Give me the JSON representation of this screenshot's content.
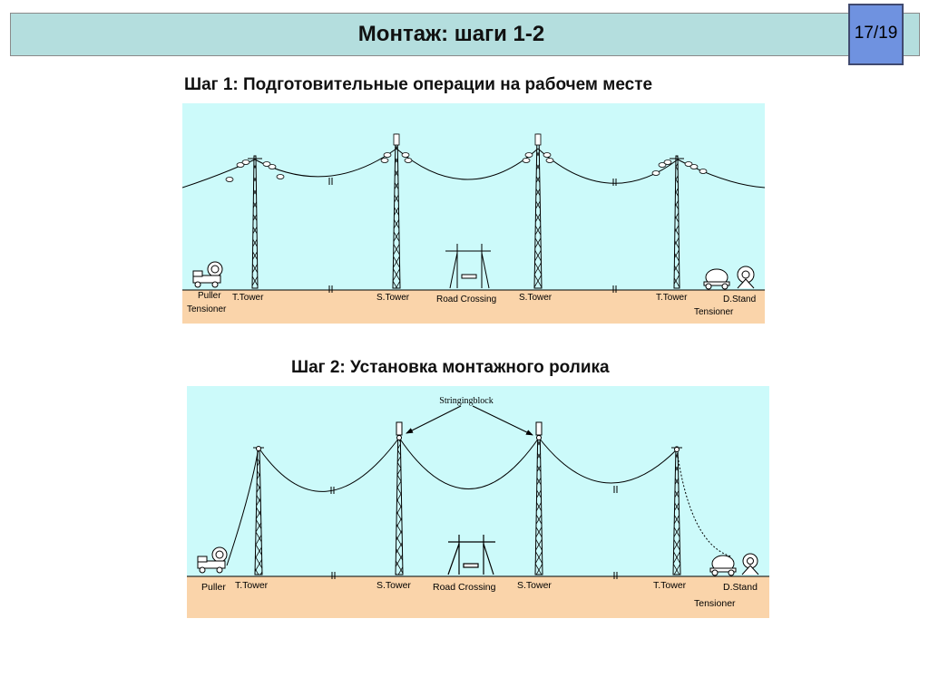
{
  "header": {
    "title": "Монтаж: шаги 1-2",
    "page_indicator": "17/19"
  },
  "colors": {
    "title_bar": "#b4dede",
    "page_badge": "#6f92e0",
    "sky": "#ccfafa",
    "ground": "#fad4aa"
  },
  "step1": {
    "heading": "Шаг 1: Подготовительные операции на рабочем месте",
    "labels": {
      "puller": "Puller",
      "tensioner_left": "Tensioner",
      "t_tower_left": "T.Tower",
      "s_tower_left": "S.Tower",
      "road_crossing": "Road Crossing",
      "s_tower_right": "S.Tower",
      "t_tower_right": "T.Tower",
      "d_stand": "D.Stand",
      "tensioner_right": "Tensioner"
    }
  },
  "step2": {
    "heading": "Шаг 2: Установка монтажного ролика",
    "labels": {
      "stringing_block": "Stringingblock",
      "puller": "Puller",
      "t_tower_left": "T.Tower",
      "s_tower_left": "S.Tower",
      "road_crossing": "Road Crossing",
      "s_tower_right": "S.Tower",
      "t_tower_right": "T.Tower",
      "d_stand": "D.Stand",
      "tensioner": "Tensioner"
    }
  }
}
